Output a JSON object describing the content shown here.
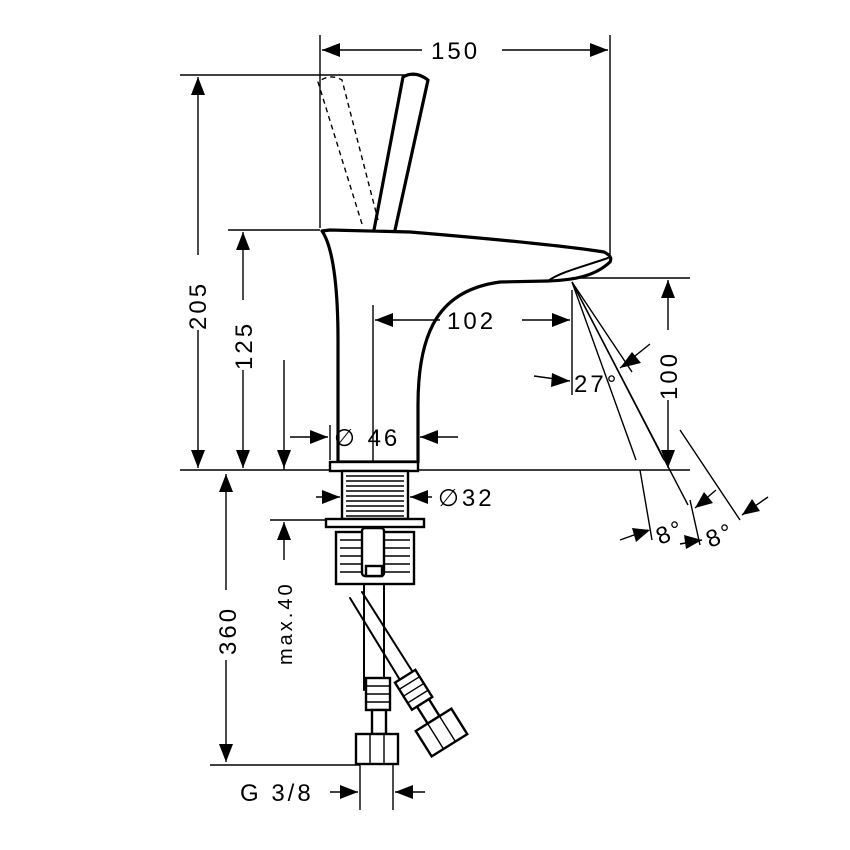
{
  "diagram": {
    "dimensions": {
      "width_overall": "150",
      "height_overall": "205",
      "height_spout": "125",
      "spout_reach": "102",
      "jet_height": "100",
      "jet_angle": "27°",
      "diameter_base": "∅ 46",
      "diameter_shank": "∅32",
      "depth_below": "360",
      "max_thickness": "max.40",
      "thread": "G 3/8",
      "tilt_angle_1": "8°",
      "tilt_angle_2": "8°"
    }
  }
}
